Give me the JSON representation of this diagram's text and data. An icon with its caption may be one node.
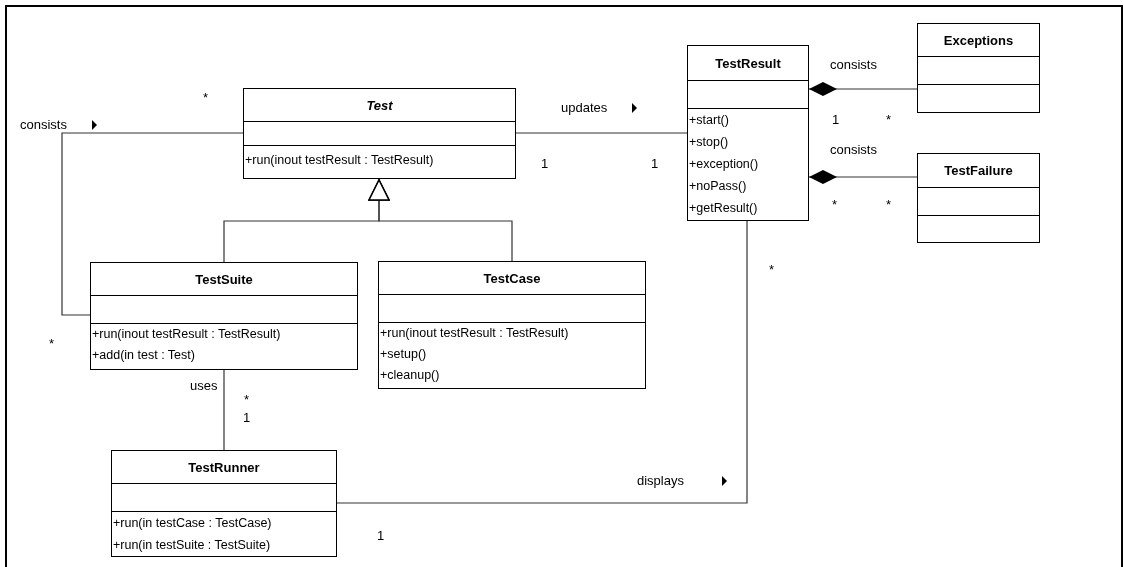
{
  "diagram": {
    "nodes": [
      {
        "text": [
          "Test",
          "+run(inout testResult : TestResult)"
        ]
      },
      {
        "text": [
          "TestResult",
          "+start()",
          "+stop()",
          "+exception()",
          "+noPass()",
          "+getResult()"
        ]
      },
      {
        "text": [
          "Exceptions"
        ]
      },
      {
        "text": [
          "TestFailure"
        ]
      },
      {
        "text": [
          "TestSuite",
          "+run(inout testResult : TestResult)",
          "+add(in test : Test)"
        ]
      },
      {
        "text": [
          "TestCase",
          "+run(inout testResult : TestResult)",
          "+setup()",
          "+cleanup()"
        ]
      },
      {
        "text": [
          "TestRunner",
          "+run(in testCase : TestCase)",
          "+run(in testSuite : TestSuite)"
        ]
      }
    ],
    "edges": [
      {
        "from": 4,
        "to": 0,
        "arrow": "to"
      },
      {
        "from": 5,
        "to": 0,
        "arrow": "to"
      },
      {
        "from": 4,
        "to": 0,
        "arrow": "none",
        "label": "consists"
      },
      {
        "from": 0,
        "to": 1,
        "arrow": "none",
        "label": "updates"
      },
      {
        "from": 1,
        "to": 2,
        "arrow": "other",
        "label": "consists"
      },
      {
        "from": 1,
        "to": 3,
        "arrow": "other",
        "label": "consists"
      },
      {
        "from": 4,
        "to": 6,
        "arrow": "none",
        "label": "uses"
      },
      {
        "from": 6,
        "to": 1,
        "arrow": "none",
        "label": "displays"
      }
    ],
    "labels": [
      "*",
      "1",
      "*",
      "1",
      "1",
      "*",
      "*",
      "*",
      "*",
      "*",
      "1",
      "1"
    ]
  }
}
